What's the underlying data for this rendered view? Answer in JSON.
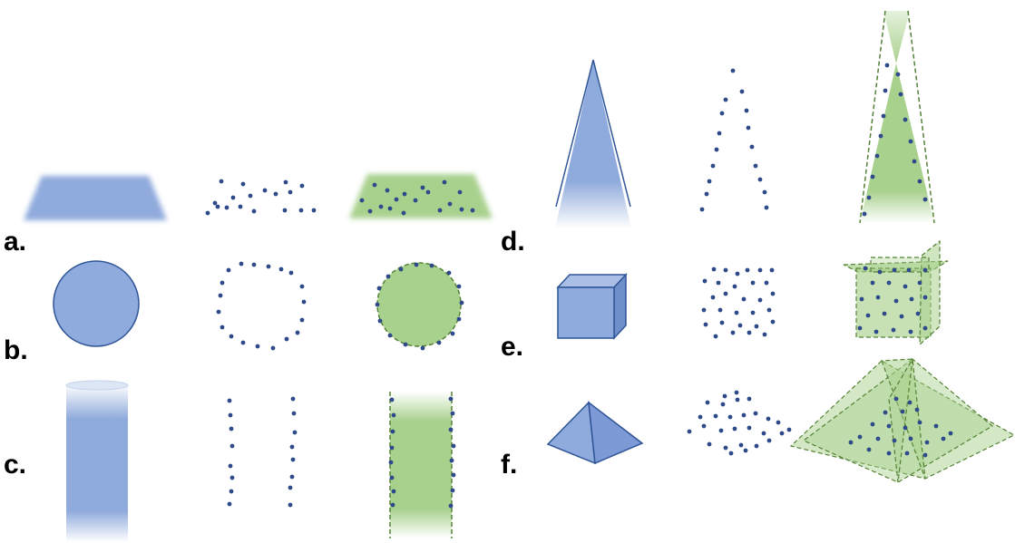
{
  "labels": {
    "a": "a.",
    "b": "b.",
    "c": "c.",
    "d": "d.",
    "e": "e.",
    "f": "f."
  },
  "colors": {
    "shape_fill": "#8faadc",
    "shape_stroke": "#2f5597",
    "fit_fill": "#a9d18e",
    "fit_stroke": "#548235",
    "point": "#2f4a8a"
  },
  "panels": [
    {
      "row": "a",
      "shape": "plane",
      "points": "planar sample",
      "fit": "fitted plane"
    },
    {
      "row": "b",
      "shape": "circle",
      "points": "circular sample",
      "fit": "fitted circle"
    },
    {
      "row": "c",
      "shape": "cylinder",
      "points": "cylinder sample",
      "fit": "fitted cylinder"
    },
    {
      "row": "d",
      "shape": "cone",
      "points": "cone sample",
      "fit": "fitted double cone"
    },
    {
      "row": "e",
      "shape": "cube",
      "points": "cube sample",
      "fit": "fitted box"
    },
    {
      "row": "f",
      "shape": "pyramid",
      "points": "pyramid sample",
      "fit": "fitted pyramid planes"
    }
  ]
}
